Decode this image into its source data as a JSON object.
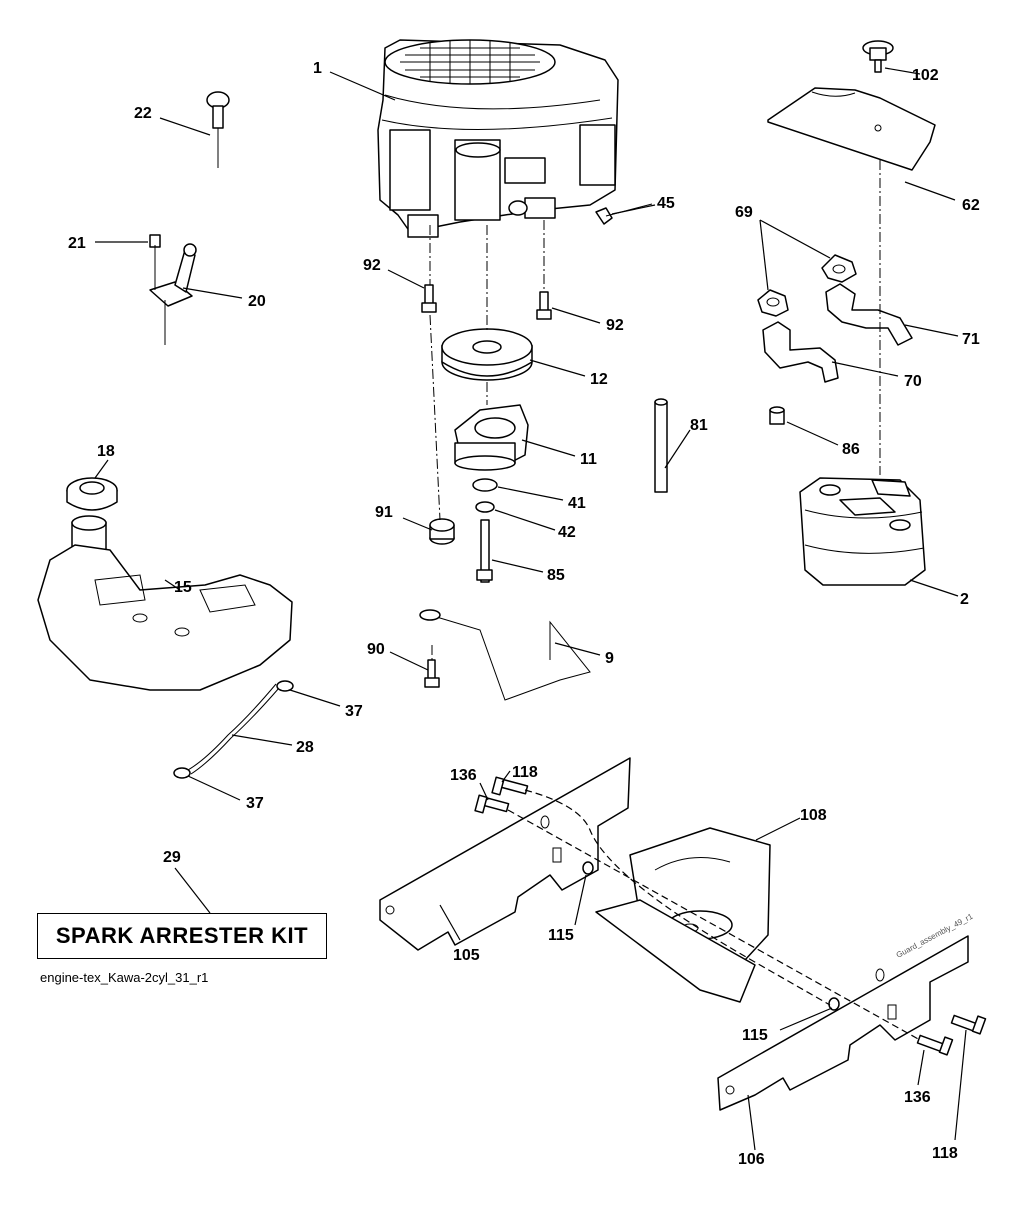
{
  "diagram": {
    "callouts": {
      "c1": "1",
      "c2": "2",
      "c9": "9",
      "c11": "11",
      "c12": "12",
      "c15": "15",
      "c18": "18",
      "c20": "20",
      "c21": "21",
      "c22": "22",
      "c28": "28",
      "c29": "29",
      "c37a": "37",
      "c37b": "37",
      "c41": "41",
      "c42": "42",
      "c45": "45",
      "c62": "62",
      "c69": "69",
      "c70": "70",
      "c71": "71",
      "c81": "81",
      "c85": "85",
      "c86": "86",
      "c90": "90",
      "c91": "91",
      "c92a": "92",
      "c92b": "92",
      "c102": "102",
      "c105": "105",
      "c106": "106",
      "c108": "108",
      "c115a": "115",
      "c115b": "115",
      "c118a": "118",
      "c118b": "118",
      "c136a": "136",
      "c136b": "136"
    },
    "kit_label": "SPARK ARRESTER KIT",
    "file_label": "engine-tex_Kawa-2cyl_31_r1",
    "guard_stamp": "Guard_assembly_49_r1"
  }
}
